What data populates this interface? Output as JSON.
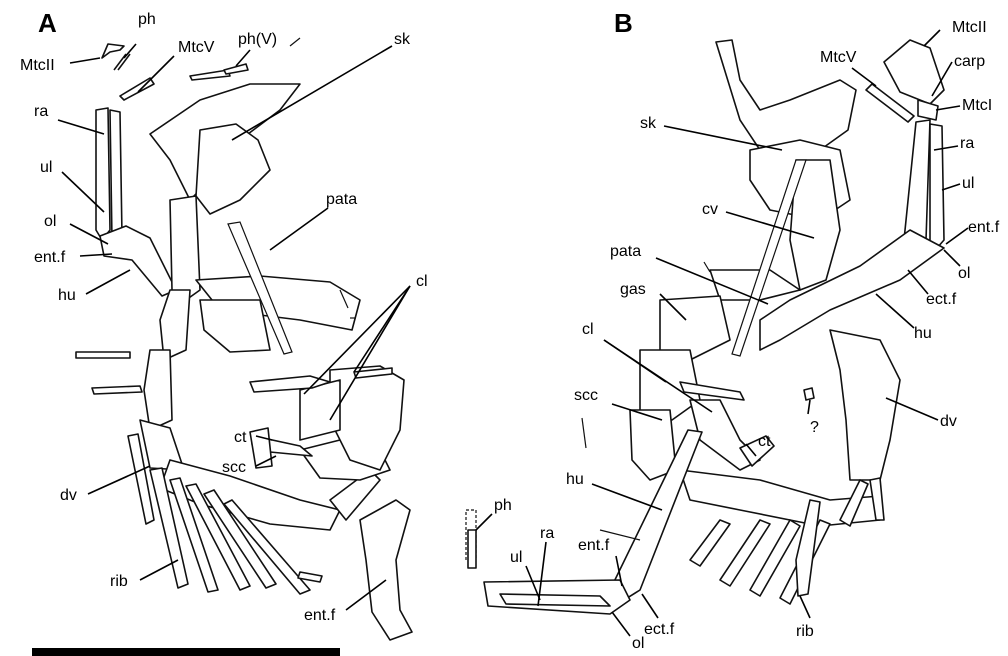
{
  "panels": {
    "a": "A",
    "b": "B"
  },
  "labels_a": {
    "ph": "ph",
    "mtcv": "MtcV",
    "ph_v": "ph(V)",
    "mtcii": "MtcII",
    "sk": "sk",
    "ra": "ra",
    "ul": "ul",
    "ol": "ol",
    "ent_f": "ent.f",
    "hu": "hu",
    "pata": "pata",
    "cl": "cl",
    "ct": "ct",
    "scc": "scc",
    "dv": "dv",
    "rib": "rib",
    "ent_f2": "ent.f"
  },
  "labels_b": {
    "mtcii": "MtcII",
    "mtcv": "MtcV",
    "carp": "carp",
    "mtci": "MtcI",
    "sk": "sk",
    "ra": "ra",
    "ul": "ul",
    "cv": "cv",
    "ent_f": "ent.f",
    "pata": "pata",
    "ol": "ol",
    "gas": "gas",
    "ect_f": "ect.f",
    "hu": "hu",
    "cl": "cl",
    "scc": "scc",
    "q": "?",
    "dv": "dv",
    "ct": "ct",
    "hu2": "hu",
    "ph": "ph",
    "ra2": "ra",
    "ent_f2": "ent.f",
    "ul2": "ul",
    "ect_f2": "ect.f",
    "ol2": "ol",
    "rib": "rib"
  }
}
